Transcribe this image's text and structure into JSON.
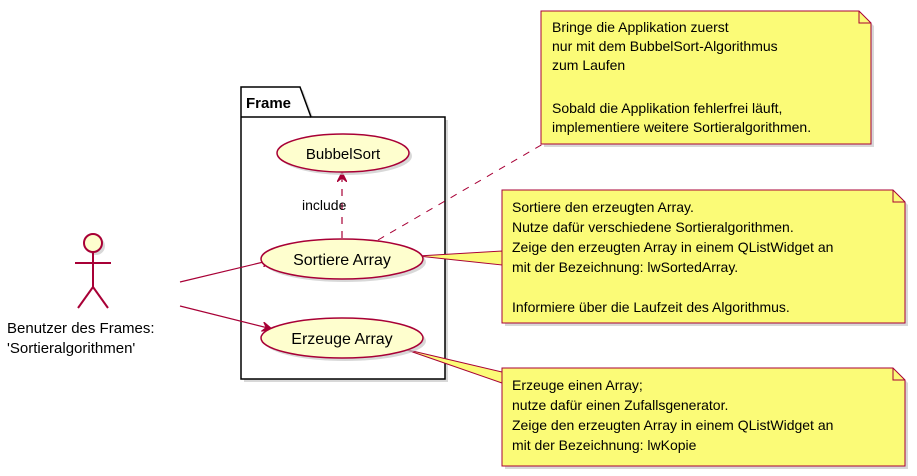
{
  "package": {
    "title": "Frame"
  },
  "actor": {
    "label_line1": "Benutzer des Frames:",
    "label_line2": "'Sortieralgorithmen'"
  },
  "usecases": {
    "bubbelsort": "BubbelSort",
    "sortiere": "Sortiere Array",
    "erzeuge": "Erzeuge Array"
  },
  "relations": {
    "include_label": "include"
  },
  "notes": {
    "top": [
      "Bringe die Applikation zuerst",
      "nur mit dem BubbelSort-Algorithmus",
      "zum Laufen",
      "",
      "Sobald die Applikation fehlerfrei läuft,",
      "implementiere weitere Sortieralgorithmen."
    ],
    "middle": [
      "Sortiere den erzeugten Array.",
      "Nutze dafür verschiedene Sortieralgorithmen.",
      "Zeige den erzeugten Array in einem QListWidget an",
      "mit der Bezeichnung: lwSortedArray.",
      "",
      "Informiere über die Laufzeit des Algorithmus."
    ],
    "bottom": [
      "Erzeuge einen Array;",
      "nutze dafür einen Zufallsgenerator.",
      "Zeige den erzeugten Array in einem QListWidget an",
      "mit der Bezeichnung: lwKopie"
    ]
  },
  "colors": {
    "usecase_fill": "#FEFECE",
    "border": "#A80036",
    "note_fill": "#FBFB77",
    "shadow": "#C8C8C8"
  }
}
